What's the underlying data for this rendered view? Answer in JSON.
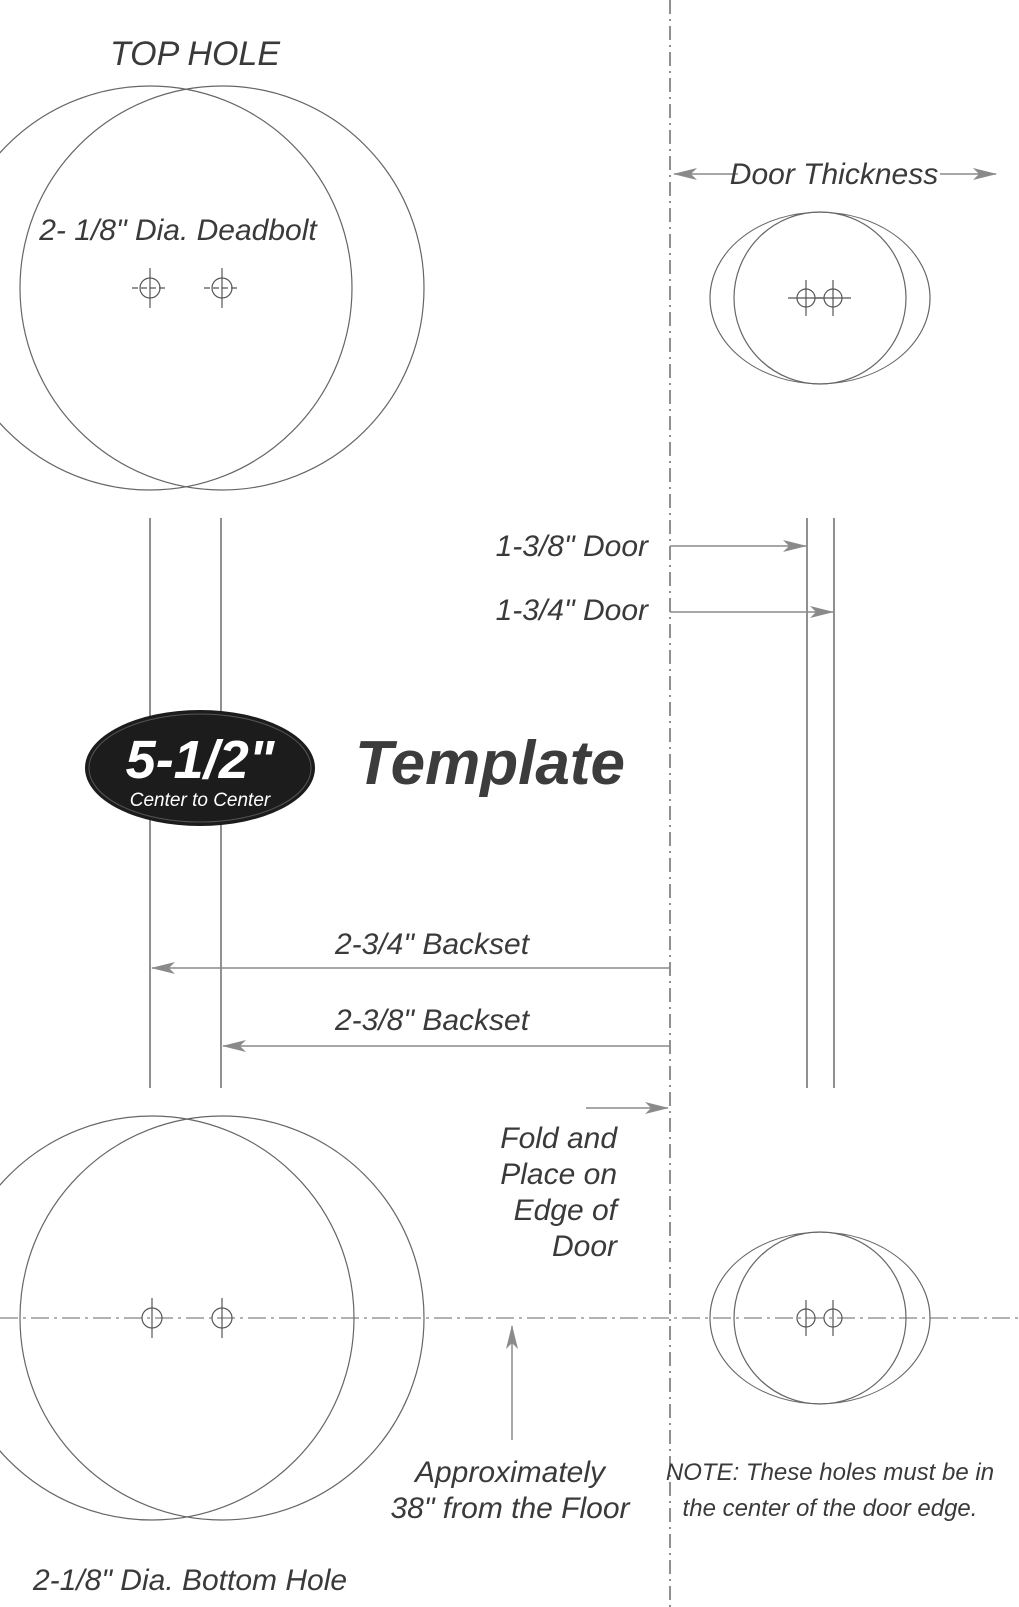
{
  "top_hole_label": "TOP HOLE",
  "deadbolt_label": "2- 1/8\" Dia. Deadbolt",
  "door_thickness_label": "Door Thickness",
  "door_1_3_8_label": "1-3/8\" Door",
  "door_1_3_4_label": "1-3/4\" Door",
  "badge": {
    "main": "5-1/2\"",
    "sub": "Center to Center"
  },
  "template_title": "Template",
  "backset_2_3_4_label": "2-3/4\" Backset",
  "backset_2_3_8_label": "2-3/8\" Backset",
  "fold_lines": [
    "Fold and",
    "Place on",
    "Edge of",
    "Door"
  ],
  "approx_lines": [
    "Approximately",
    "38\" from the Floor"
  ],
  "note_lines": [
    "NOTE: These holes must be in",
    "the center of the door edge."
  ],
  "bottom_hole_label": "2-1/8\" Dia. Bottom Hole",
  "colors": {
    "ink": "#3a3a3a",
    "badge_fill": "#1c1c1c",
    "badge_text": "#ffffff"
  }
}
